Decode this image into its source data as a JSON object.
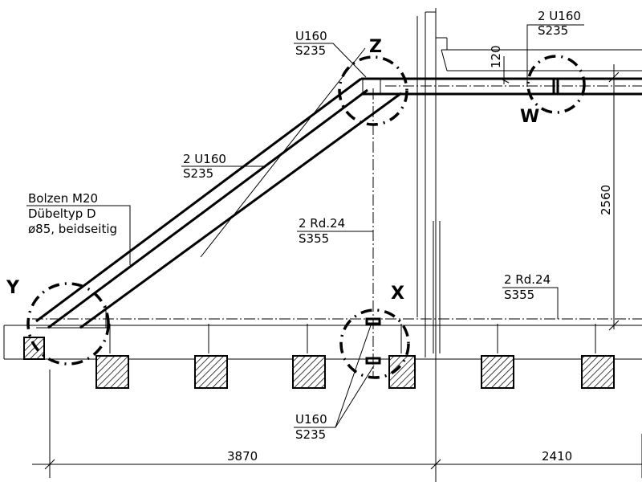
{
  "details": {
    "z": "Z",
    "w": "W",
    "y": "Y",
    "x": "X"
  },
  "callouts": {
    "top_connection": {
      "line1": "U160",
      "line2": "S235"
    },
    "top_beam": {
      "line1": "2 U160",
      "line2": "S235"
    },
    "diagonal": {
      "line1": "2 U160",
      "line2": "S235"
    },
    "bolt": {
      "line1": "Bolzen M20",
      "line2": "Dübeltyp D",
      "line3": "ø85, beidseitig"
    },
    "tie_vertical": {
      "line1": "2 Rd.24",
      "line2": "S355"
    },
    "tie_horizontal": {
      "line1": "2 Rd.24",
      "line2": "S355"
    },
    "bottom_connection": {
      "line1": "U160",
      "line2": "S235"
    }
  },
  "dimensions": {
    "left_span": "3870",
    "right_span": "2410",
    "height": "2560",
    "offset": "120"
  }
}
